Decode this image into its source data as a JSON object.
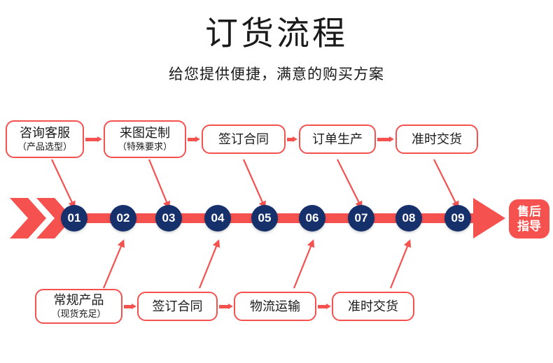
{
  "header": {
    "title": "订货流程",
    "subtitle": "给您提供便捷，满意的购买方案"
  },
  "colors": {
    "red": "#f4514f",
    "navy": "#16306b",
    "text": "#1a1a1a",
    "background": "#ffffff"
  },
  "top_row": {
    "boxes": [
      {
        "line1": "咨询客服",
        "line2": "（产品选型）"
      },
      {
        "line1": "来图定制",
        "line2": "（特殊要求）"
      },
      {
        "line1": "签订合同",
        "line2": ""
      },
      {
        "line1": "订单生产",
        "line2": ""
      },
      {
        "line1": "准时交货",
        "line2": ""
      }
    ]
  },
  "bottom_row": {
    "boxes": [
      {
        "line1": "常规产品",
        "line2": "（现货充足）"
      },
      {
        "line1": "签订合同",
        "line2": ""
      },
      {
        "line1": "物流运输",
        "line2": ""
      },
      {
        "line1": "准时交货",
        "line2": ""
      }
    ]
  },
  "timeline": {
    "steps": [
      "01",
      "02",
      "03",
      "04",
      "05",
      "06",
      "07",
      "08",
      "09"
    ],
    "end_badge": {
      "line1": "售后",
      "line2": "指导"
    }
  }
}
